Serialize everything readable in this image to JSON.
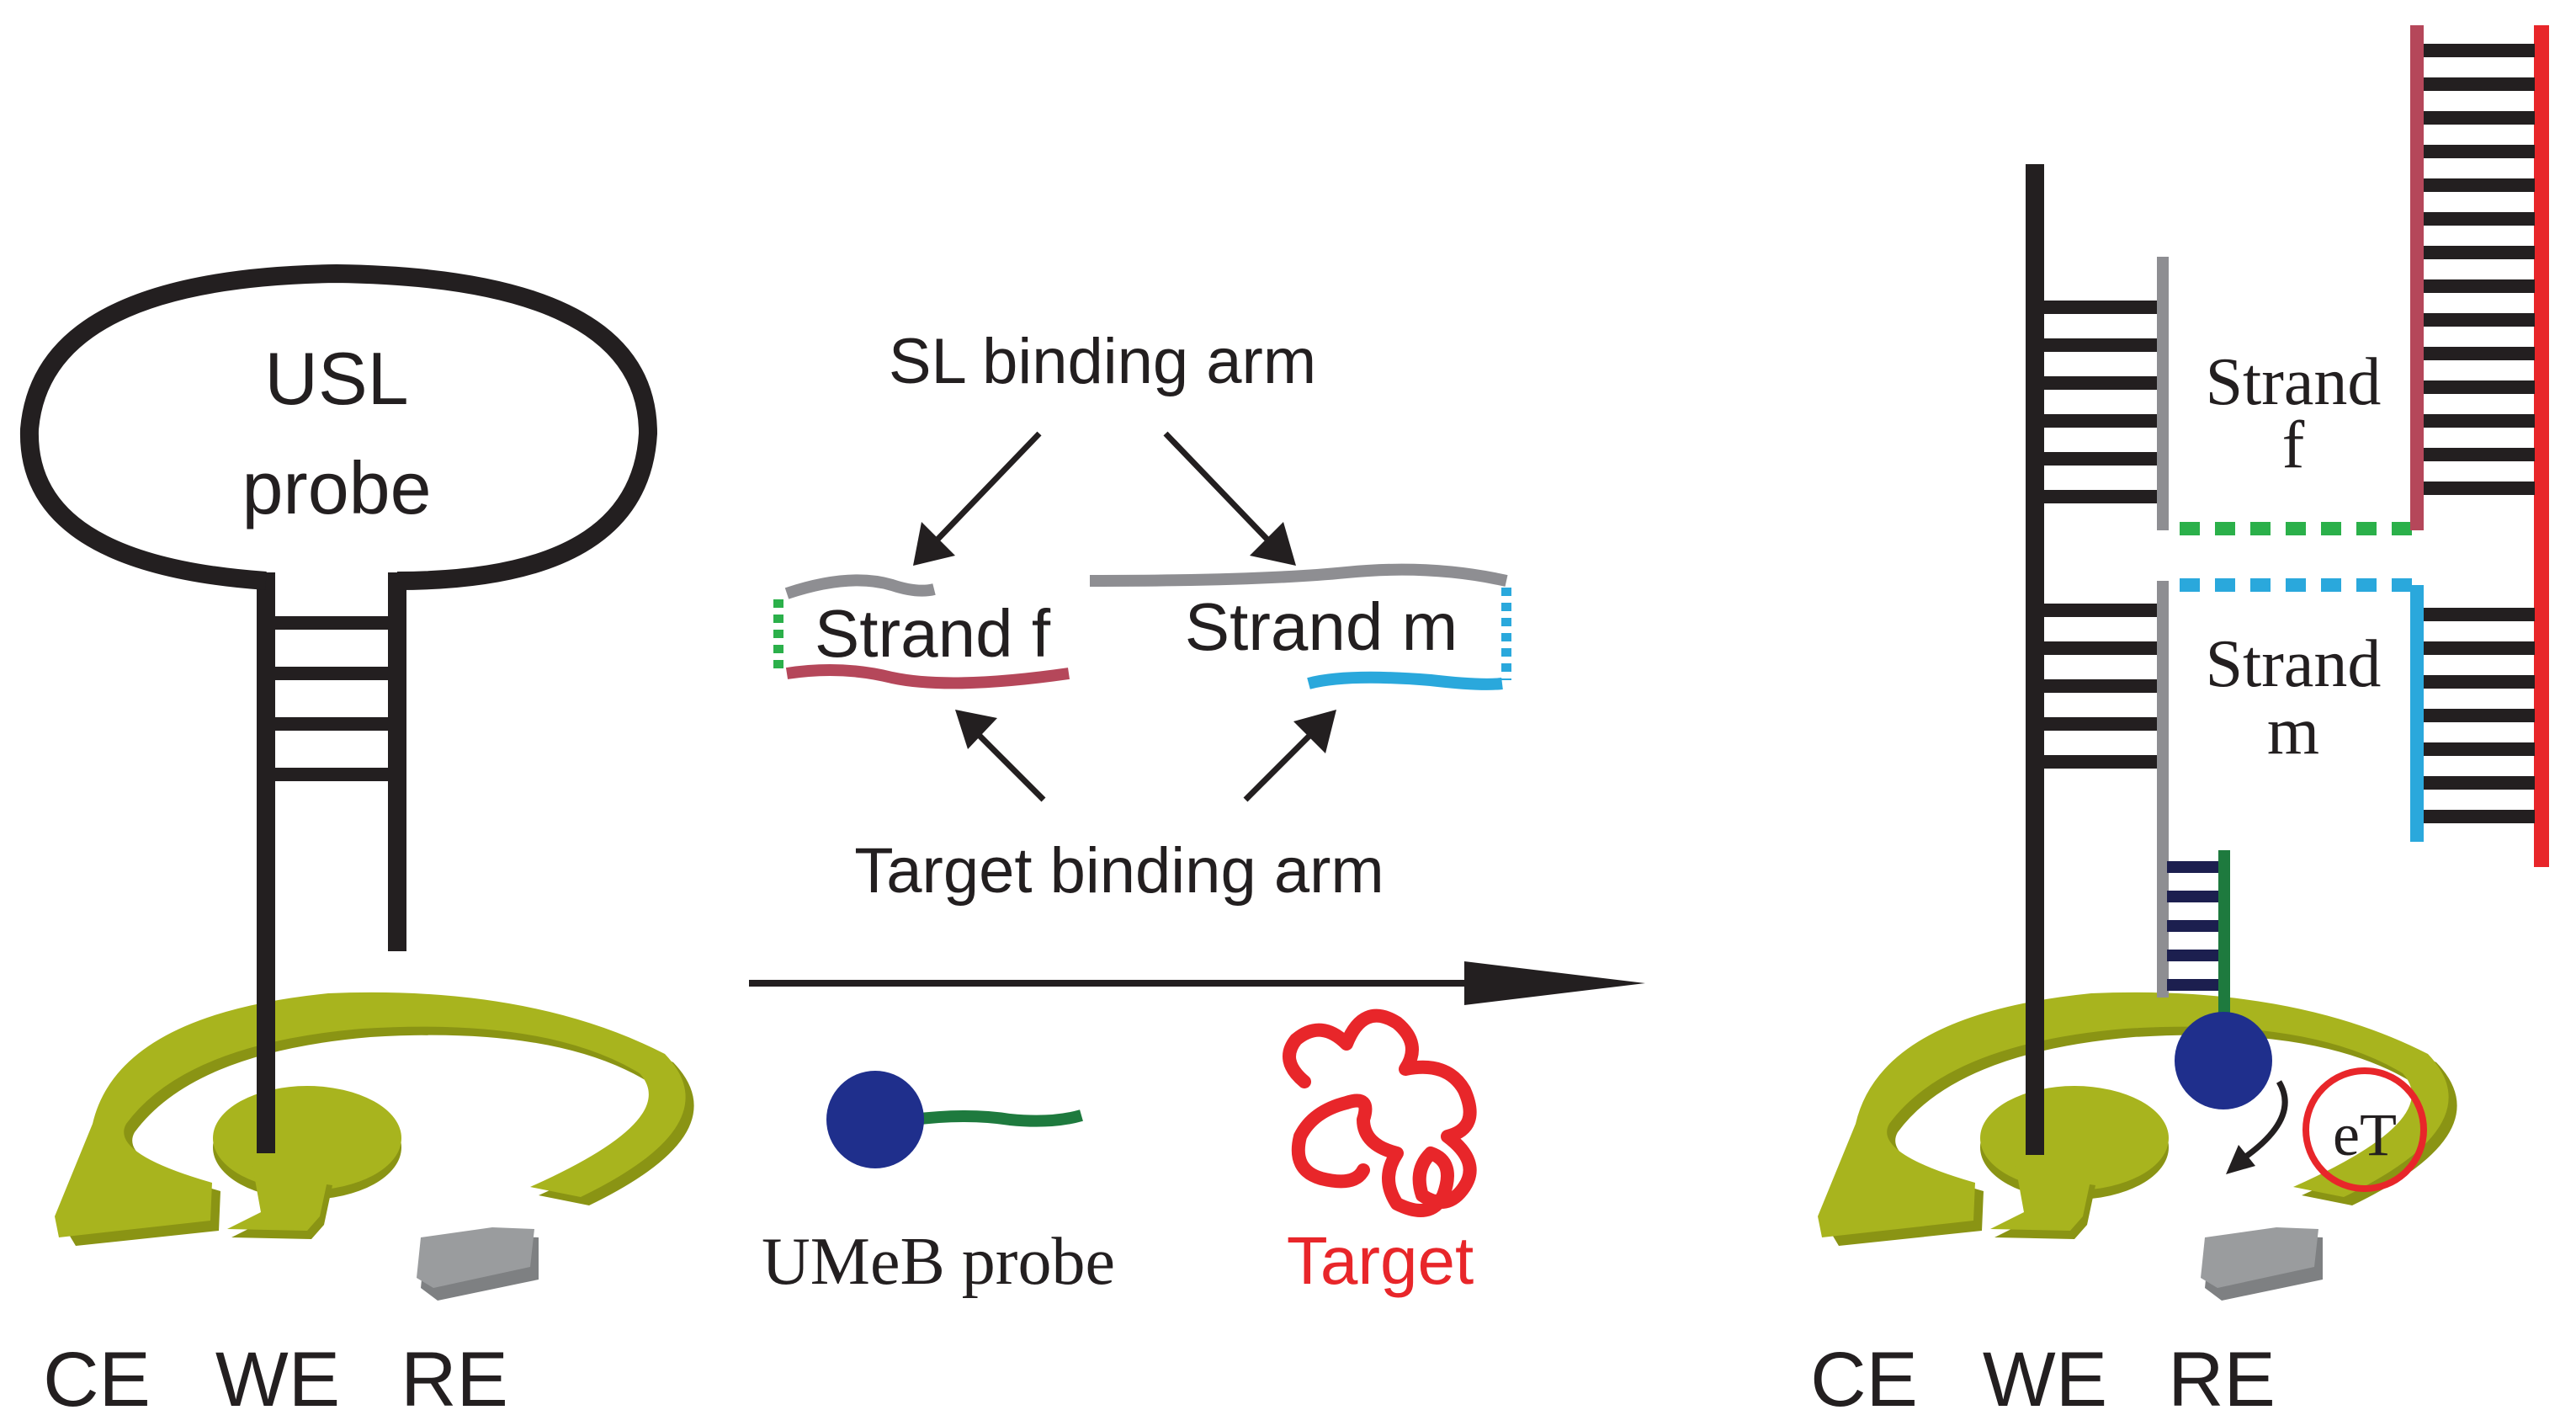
{
  "left_panel": {
    "probe_label_line1": "USL",
    "probe_label_line2": "probe",
    "electrodes": {
      "ce": "CE",
      "we": "WE",
      "re": "RE"
    }
  },
  "middle_panel": {
    "sl_binding_arm": "SL binding arm",
    "strand_f": "Strand f",
    "strand_m": "Strand m",
    "target_binding_arm": "Target binding arm",
    "umeb_probe": "UMeB probe",
    "target": "Target"
  },
  "right_panel": {
    "strand_f_line1": "Strand",
    "strand_f_line2": "f",
    "strand_m_line1": "Strand",
    "strand_m_line2": "m",
    "electron_transfer": "eT",
    "electrodes": {
      "ce": "CE",
      "we": "WE",
      "re": "RE"
    }
  },
  "colors": {
    "electrode": "#a8b41e",
    "electrode_dark": "#8a9414",
    "reference": "#9a9c9e",
    "strand_black": "#231f20",
    "arm_gray": "#8e8e92",
    "arm_pink": "#b5475a",
    "green_link": "#2bb04a",
    "blue_arm": "#2aa8dc",
    "target_red": "#e8262a",
    "methylene_blue": "#1f2f8c",
    "umeb_tail": "#1e7a3e",
    "navy_rungs": "#1c1f4f"
  }
}
